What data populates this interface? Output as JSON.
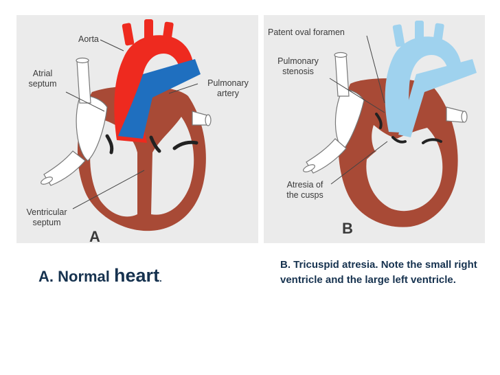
{
  "colors": {
    "aorta": "#ee2a1f",
    "pulmonary_normal": "#1f6fbf",
    "pulmonary_b": "#9fd2ee",
    "myocardium": "#a84a36",
    "panel_bg": "#ebebeb",
    "caption": "#16324f"
  },
  "panel_a": {
    "letter": "A",
    "labels": {
      "aorta": "Aorta",
      "atrial_1": "Atrial",
      "atrial_2": "septum",
      "pulmonary_1": "Pulmonary",
      "pulmonary_2": "artery",
      "ventricular_1": "Ventricular",
      "ventricular_2": "septum"
    }
  },
  "panel_b": {
    "letter": "B",
    "labels": {
      "patent": "Patent oval foramen",
      "pstenosis_1": "Pulmonary",
      "pstenosis_2": "stenosis",
      "atresia_1": "Atresia of",
      "atresia_2": "the cusps"
    }
  },
  "captions": {
    "a_prefix": "A. Normal ",
    "a_big": "heart",
    "a_dot": ".",
    "b_text": "B. Tricuspid atresia. Note the small right ventricle and the large left ventricle."
  }
}
